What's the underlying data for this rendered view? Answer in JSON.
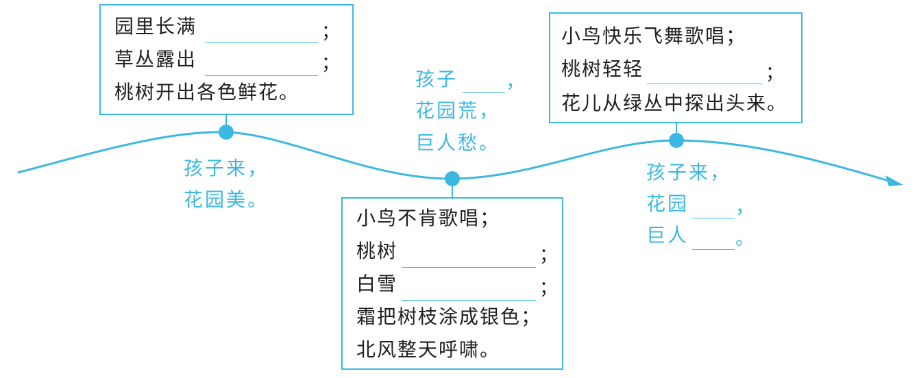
{
  "colors": {
    "accent": "#3bb8e2",
    "text": "#1f1f1f"
  },
  "box_a": {
    "line1_prefix": "园里长满",
    "line1_tail": "；",
    "line2_prefix": "草丛露出",
    "line2_tail": "；",
    "line3": "桃树开出各色鲜花。"
  },
  "box_b": {
    "line1": "小鸟不肯歌唱；",
    "line2_prefix": "桃树",
    "line2_tail": "；",
    "line3_prefix": "白雪",
    "line3_tail": "；",
    "line4": "霜把树枝涂成银色；",
    "line5": "北风整天呼啸。"
  },
  "box_c": {
    "line1": "小鸟快乐飞舞歌唱；",
    "line2_prefix": "桃树轻轻",
    "line2_tail": "；",
    "line3": "花儿从绿丛中探出头来。"
  },
  "label_1": {
    "line1": "孩子来，",
    "line2": "花园美。"
  },
  "label_2": {
    "line1_prefix": "孩子",
    "line1_tail": "，",
    "line2": "花园荒，",
    "line3": "巨人愁。"
  },
  "label_3": {
    "line1": "孩子来，",
    "line2_prefix": "花园",
    "line2_tail": "，",
    "line3_prefix": "巨人",
    "line3_tail": "。"
  }
}
